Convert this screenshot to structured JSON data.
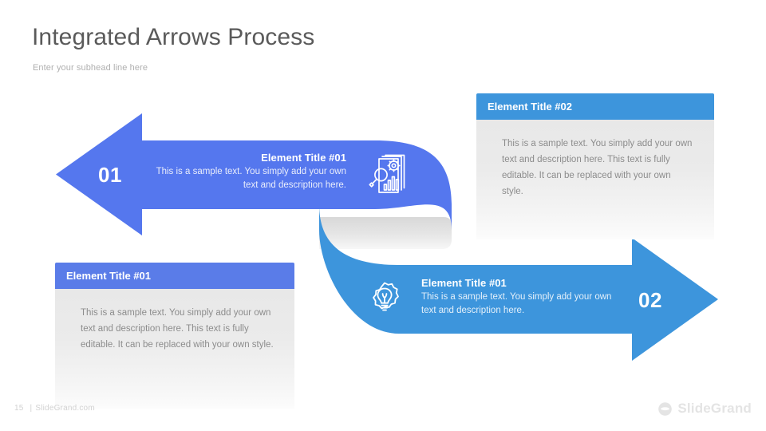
{
  "header": {
    "title": "Integrated Arrows Process",
    "subhead": "Enter your subhead line here"
  },
  "arrows": {
    "left": {
      "number": "01",
      "title": "Element Title #01",
      "body": "This is a sample text. You simply add your own text and description here.",
      "icon": "document-chart-search-icon",
      "color": "#5577ee",
      "direction": "left"
    },
    "right": {
      "number": "02",
      "title": "Element Title #01",
      "body": "This is a sample text. You simply add your own text and description here.",
      "icon": "lightbulb-gear-icon",
      "color": "#3d95dc",
      "direction": "right"
    }
  },
  "cards": [
    {
      "id": "top-right",
      "title": "Element Title #02",
      "body": "This is a sample text. You simply add your own text and description here. This text is fully editable. It can be replaced with your own style.",
      "header_color": "#3d95dc"
    },
    {
      "id": "bottom-left",
      "title": "Element Title #01",
      "body": "This is a sample text. You simply add your own text and description here. This text is fully editable. It can be replaced with your own style.",
      "header_color": "#5a7ce8"
    }
  ],
  "footer": {
    "page_number": "15",
    "separator": "|",
    "site": "SlideGrand.com",
    "brand_name": "SlideGrand",
    "brand_icon": "sphere-logo-icon"
  }
}
